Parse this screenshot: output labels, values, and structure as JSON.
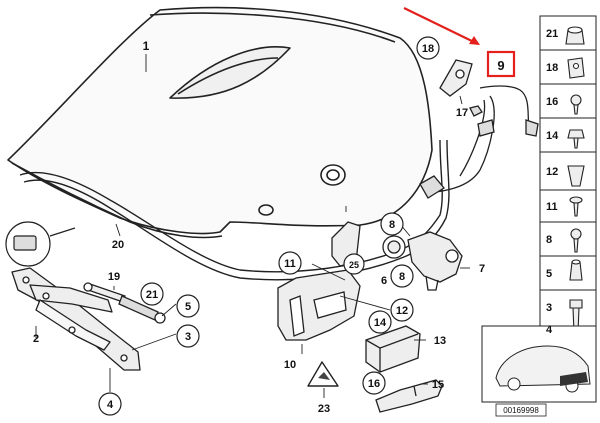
{
  "diagram": {
    "highlight_color": "#e3201b",
    "callout_circles": [
      "18",
      "8",
      "11",
      "25",
      "6",
      "8",
      "12",
      "14",
      "13",
      "16",
      "21",
      "5",
      "3",
      "4"
    ],
    "plain_labels": [
      "1",
      "9",
      "17",
      "20",
      "19",
      "2",
      "7",
      "10",
      "15",
      "23"
    ],
    "legend": [
      "21",
      "18",
      "16",
      "14",
      "12",
      "11",
      "8",
      "5",
      "3",
      "4"
    ],
    "catalog_number": "00169998"
  }
}
